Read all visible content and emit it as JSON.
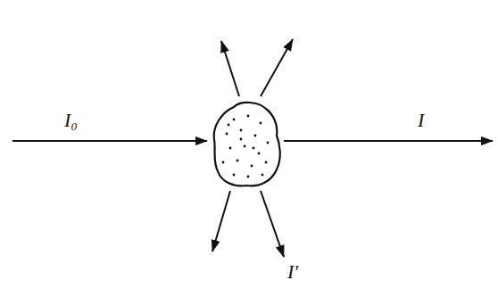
{
  "diagram": {
    "labels": [
      "I₀",
      "I",
      "I′"
    ]
  }
}
